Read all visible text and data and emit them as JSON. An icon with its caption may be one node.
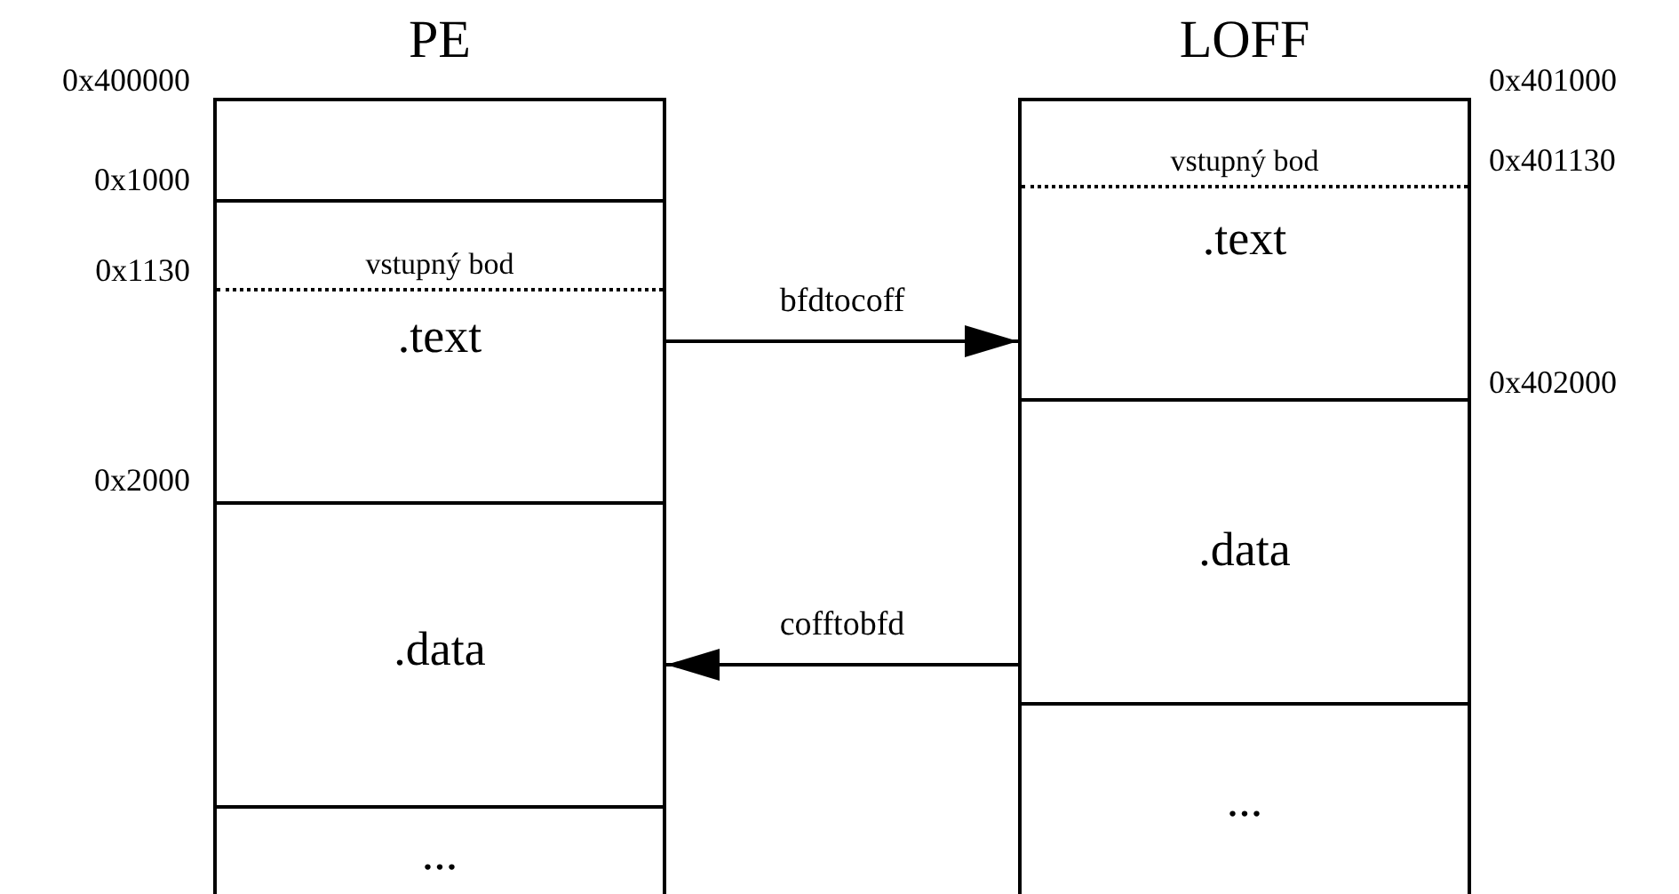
{
  "diagram": {
    "nodes": [
      {
        "text": [
          "PE"
        ]
      },
      {
        "text": [],
        "shape": "box",
        "in": 0
      },
      {
        "text": [
          "vstupný bod",
          ".text"
        ],
        "in": 0
      },
      {
        "text": [
          ".data"
        ],
        "in": 0
      },
      {
        "text": [
          "..."
        ],
        "in": 0
      },
      {
        "text": [
          "LOFF"
        ]
      },
      {
        "text": [
          "vstupný bod",
          ".text"
        ],
        "in": 5
      },
      {
        "text": [
          ".data"
        ],
        "in": 5
      },
      {
        "text": [
          "..."
        ],
        "in": 5
      }
    ],
    "edges": [
      {
        "from": 2,
        "to": 6,
        "arrow": "to",
        "label": "bfdtocoff"
      },
      {
        "from": 7,
        "to": 3,
        "arrow": "to",
        "label": "cofftobfd"
      }
    ],
    "labels": [
      "0x400000",
      "0x401000",
      "0x1000",
      "0x401130",
      "0x1130",
      "0x402000",
      "0x2000"
    ]
  }
}
